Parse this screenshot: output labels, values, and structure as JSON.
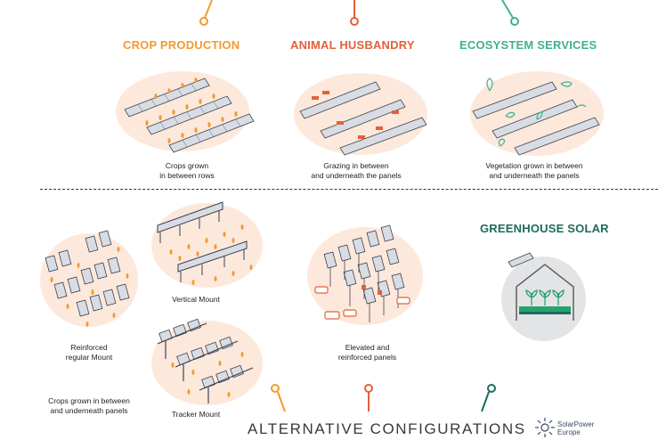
{
  "colors": {
    "crop": "#f29a2e",
    "animal": "#e4603a",
    "ecosystem": "#3fb093",
    "greenhouse": "#1e6b5b",
    "blob": "#fde8dc",
    "panel": "#d9dde3",
    "panel_edge": "#3c4452",
    "greenhouse_green": "#27a36c"
  },
  "top": {
    "crop": {
      "title": "CROP PRODUCTION",
      "caption_line1": "Crops grown",
      "caption_line2": "in between rows"
    },
    "animal": {
      "title": "ANIMAL HUSBANDRY",
      "caption_line1": "Grazing in between",
      "caption_line2": "and underneath the panels"
    },
    "ecosystem": {
      "title": "ECOSYSTEM SERVICES",
      "caption_line1": "Vegetation grown in between",
      "caption_line2": "and underneath the panels"
    }
  },
  "bottom": {
    "vertical": {
      "caption": "Vertical Mount"
    },
    "reinforced": {
      "caption_line1": "Reinforced",
      "caption_line2": "regular Mount"
    },
    "tracker": {
      "caption": "Tracker Mount"
    },
    "crops_group": {
      "caption_line1": "Crops grown in between",
      "caption_line2": "and underneath panels"
    },
    "elevated": {
      "caption_line1": "Elevated and",
      "caption_line2": "reinforced panels"
    },
    "greenhouse": {
      "title": "GREENHOUSE SOLAR"
    }
  },
  "footer": {
    "title": "ALTERNATIVE CONFIGURATIONS",
    "logo_line1": "SolarPower",
    "logo_line2": "Europe"
  },
  "icons": {
    "pin": "pin-icon",
    "sprout": "sprout-icon",
    "cow": "cow-icon",
    "leaf": "leaf-icon",
    "logo": "solarpower-europe-logo"
  }
}
